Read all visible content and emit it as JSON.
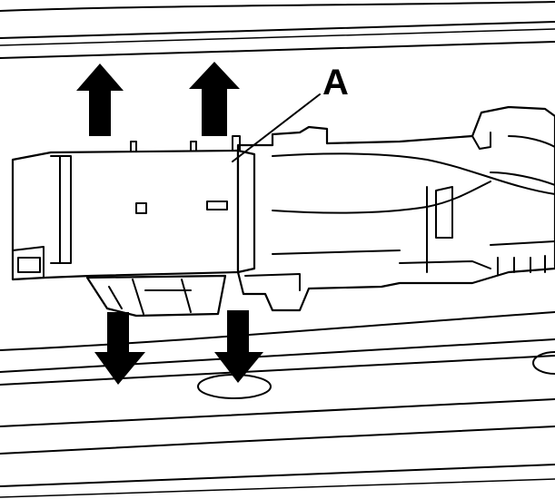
{
  "diagram": {
    "callout_label": "A",
    "arrows": [
      {
        "direction": "up"
      },
      {
        "direction": "up"
      },
      {
        "direction": "down"
      },
      {
        "direction": "down"
      }
    ],
    "colors": {
      "line": "#000000",
      "background": "#ffffff"
    }
  }
}
